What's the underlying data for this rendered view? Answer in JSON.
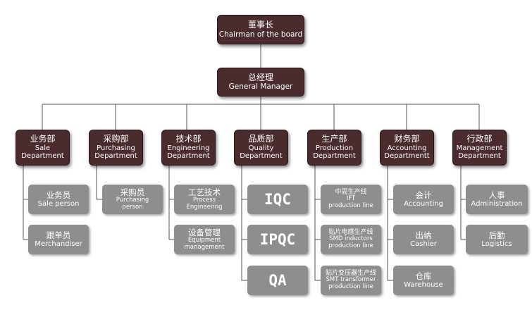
{
  "top": {
    "chairman": {
      "zh": "董事长",
      "en": "Chairman of the board"
    },
    "general_manager": {
      "zh": "总经理",
      "en": "General Manager"
    }
  },
  "departments": [
    {
      "zh": "业务部",
      "en1": "Sale",
      "en2": "Department",
      "subs": [
        {
          "zh": "业务员",
          "en": "Sale person"
        },
        {
          "zh": "跟单员",
          "en": "Merchandiser"
        }
      ]
    },
    {
      "zh": "采购部",
      "en1": "Purchasing",
      "en2": "Department",
      "subs": [
        {
          "zh": "采购员",
          "en": "Purchasing person"
        }
      ]
    },
    {
      "zh": "技术部",
      "en1": "Engineering",
      "en2": "Department",
      "subs": [
        {
          "zh": "工艺技术",
          "en": "Process Engineering"
        },
        {
          "zh": "设备管理",
          "en": "Equipment management"
        }
      ]
    },
    {
      "zh": "品质部",
      "en1": "Quality",
      "en2": "Department",
      "subs": [
        {
          "big": "IQC"
        },
        {
          "big": "IPQC"
        },
        {
          "big": "QA"
        }
      ]
    },
    {
      "zh": "生产部",
      "en1": "Production",
      "en2": "Department",
      "subs": [
        {
          "zh": "中周生产线",
          "en1": "IFT",
          "en2": "production line"
        },
        {
          "zh": "贴片电感生产线",
          "en1": "SMD inductors",
          "en2": "production line"
        },
        {
          "zh": "贴片变压器生产线",
          "en1": "SMT transformer",
          "en2": "production line"
        }
      ]
    },
    {
      "zh": "财务部",
      "en1": "Accounting",
      "en2": "Departmentt",
      "subs": [
        {
          "zh": "会计",
          "en": "Accounting"
        },
        {
          "zh": "出纳",
          "en": "Cashier"
        },
        {
          "zh": "仓库",
          "en": "Warehouse"
        }
      ]
    },
    {
      "zh": "行政部",
      "en1": "Management",
      "en2": "Department",
      "subs": [
        {
          "zh": "人事",
          "en": "Administration"
        },
        {
          "zh": "后勤",
          "en": "Logistics"
        }
      ]
    }
  ]
}
